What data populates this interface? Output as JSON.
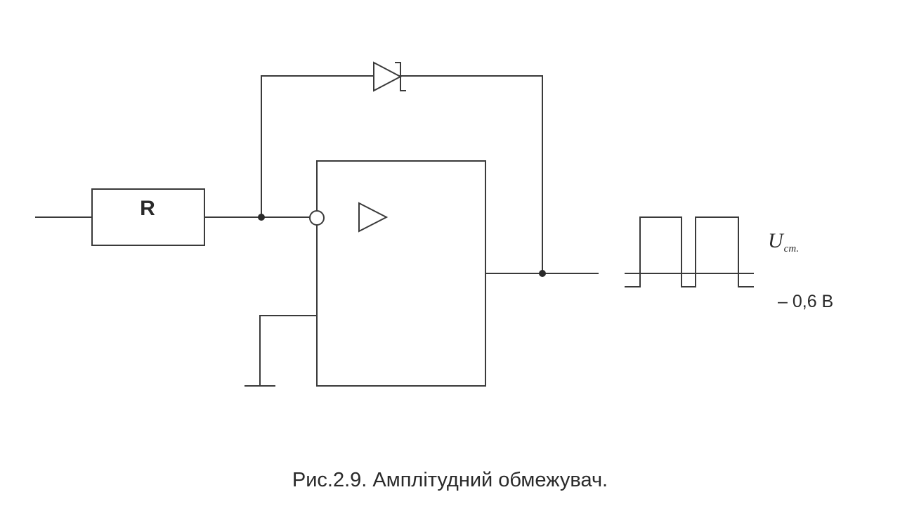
{
  "diagram": {
    "resistor_label": "R",
    "output_label_main": "U",
    "output_label_sub": "ст.",
    "voltage_label": "– 0,6 В"
  },
  "caption": "Рис.2.9. Амплітудний обмежувач."
}
